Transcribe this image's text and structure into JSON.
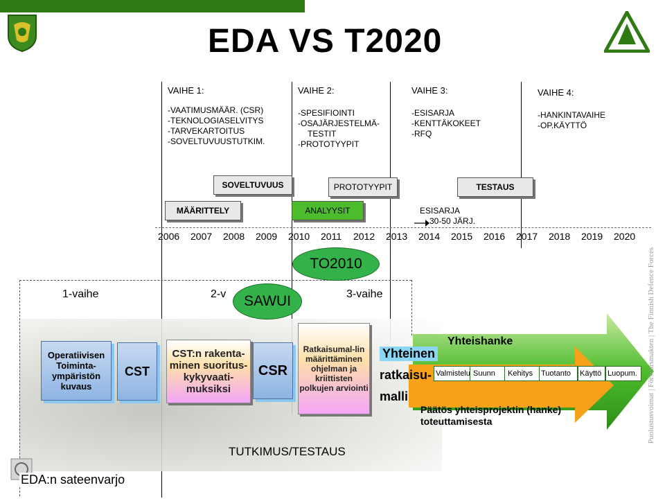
{
  "title": "EDA VS T2020",
  "phases": [
    {
      "heading": "VAIHE 1:",
      "items": [
        "-VAATIMUSMÄÄR. (CSR)",
        "-TEKNOLOGIASELVITYS",
        "-TARVEKARTOITUS",
        "-SOVELTUVUUSTUTKIM."
      ]
    },
    {
      "heading": "VAIHE 2:",
      "items": [
        "-SPESIFIOINTI",
        "-OSAJÄRJESTELMÄ-",
        "  TESTIT",
        "-PROTOTYYPIT"
      ]
    },
    {
      "heading": "VAIHE 3:",
      "items": [
        "-ESISARJA",
        "-KENTTÄKOKEET",
        "-RFQ"
      ]
    },
    {
      "heading": "VAIHE 4:",
      "items": [
        "-HANKINTAVAIHE",
        "-OP.KÄYTTÖ"
      ]
    }
  ],
  "stage_boxes": {
    "soveltuvuus": "SOVELTUVUUS",
    "prototyypit": "PROTOTYYPIT",
    "testaus": "TESTAUS",
    "maarittely": "MÄÄRITTELY",
    "analyysit": "ANALYYSIT",
    "esisarja": "ESISARJA",
    "esisarja_sub": "30-50 JÄRJ."
  },
  "years": [
    "2006",
    "2007",
    "2008",
    "2009",
    "2010",
    "2011",
    "2012",
    "2013",
    "2014",
    "2015",
    "2016",
    "2017",
    "2018",
    "2019",
    "2020"
  ],
  "ovals": {
    "to2010": "TO2010",
    "sawui": "SAWUI"
  },
  "steps": {
    "vaihe1": "1-vaihe",
    "vaihe2": "2-v",
    "vaihe3": "3-vaihe"
  },
  "process": {
    "operatiivisen": "Operatiivisen Toiminta-ympäristön kuvaus",
    "cst": "CST",
    "cst_rakentaminen": "CST:n rakenta-minen suoritus-kykyvaati-muksiksi",
    "csr": "CSR",
    "ratkaisumallin": "Ratkaisumal-lin määrittäminen ohjelman ja kriittisten polkujen arviointi",
    "yhteinen": "Yhteinen",
    "ratkaisu": "ratkaisu-",
    "malli": "malli",
    "yhteishanke": "Yhteishanke",
    "chevrons": [
      "Valmistelu",
      "Suunn",
      "Kehitys",
      "Tuotanto",
      "Käyttö",
      "Luopum."
    ],
    "paatos": "Päätös yhteisprojektin (hanke) toteuttamisesta",
    "tutkimus": "TUTKIMUS/TESTAUS"
  },
  "footer": "EDA:n sateenvarjo",
  "sidebar_text": "Puolustusvoimat | Försvarsmakten | The Finnish Defence Forces",
  "colors": {
    "green_dark": "#2f7a12",
    "green_oval": "#33b24a",
    "arrow_green": "#4cbc2c",
    "arrow_orange": "#f7a11a"
  }
}
